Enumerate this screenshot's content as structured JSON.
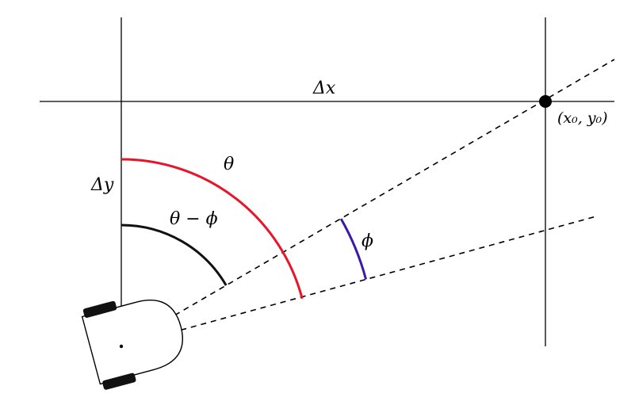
{
  "labels": {
    "delta_x": "Δx",
    "delta_y": "Δy",
    "theta": "θ",
    "theta_minus_phi": "θ − ϕ",
    "phi": "ϕ",
    "target_point": "(x₀, y₀)"
  },
  "colors": {
    "theta_arc": "#e8142a",
    "phi_arc": "#3a1aa6",
    "theta_minus_phi_arc": "#111111",
    "lines": "#000000",
    "target_marker": "#000000"
  }
}
